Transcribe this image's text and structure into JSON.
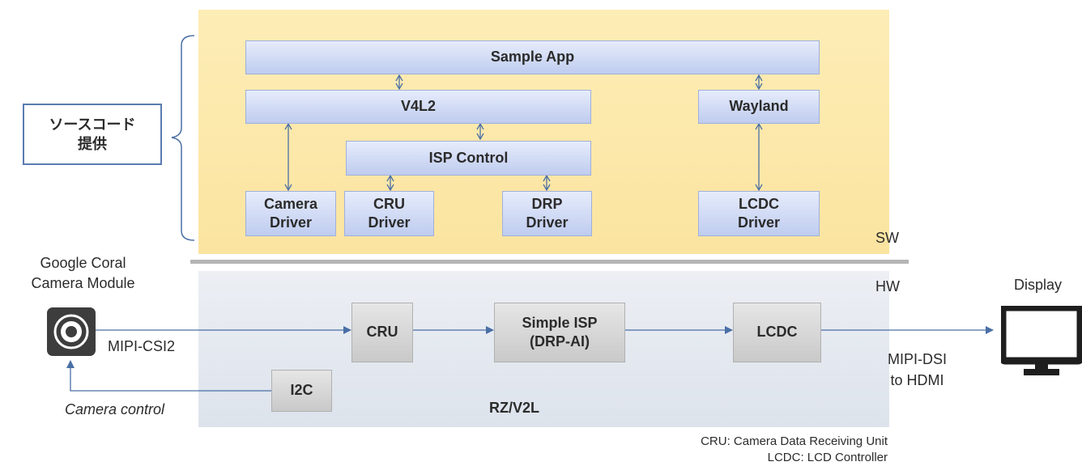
{
  "sw": {
    "label": "SW",
    "sample_app": "Sample App",
    "v4l2": "V4L2",
    "wayland": "Wayland",
    "isp_control": "ISP Control",
    "camera_driver": "Camera\nDriver",
    "cru_driver": "CRU\nDriver",
    "drp_driver": "DRP\nDriver",
    "lcdc_driver": "LCDC\nDriver"
  },
  "source_code": {
    "line1": "ソースコード",
    "line2": "提供"
  },
  "hw": {
    "label": "HW",
    "cru": "CRU",
    "simple_isp": "Simple ISP\n(DRP-AI)",
    "lcdc": "LCDC",
    "i2c": "I2C",
    "soc": "RZ/V2L"
  },
  "camera": {
    "title_line1": "Google Coral",
    "title_line2": "Camera Module",
    "interface": "MIPI-CSI2",
    "control": "Camera control"
  },
  "display": {
    "title": "Display",
    "interface_line1": "MIPI-DSI",
    "interface_line2": "to HDMI"
  },
  "legend": {
    "cru": "CRU: Camera Data Receiving Unit",
    "lcdc": "LCDC: LCD Controller"
  },
  "colors": {
    "sw_panel": "#fbe4a0",
    "hw_panel": "#dde3ec",
    "sw_box": "#bfccef",
    "hw_box": "#c9c9c9",
    "arrow": "#4a6fa5",
    "source_border": "#5a7bb0"
  }
}
